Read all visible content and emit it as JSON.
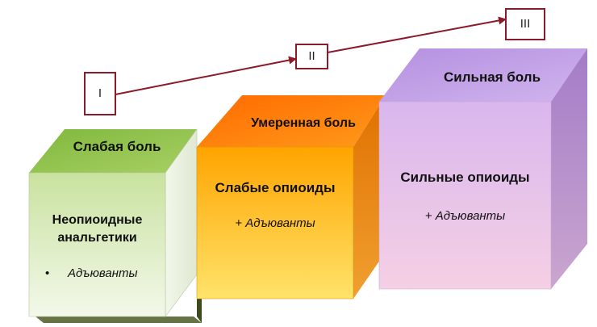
{
  "steps": [
    {
      "numeral": "I"
    },
    {
      "numeral": "II"
    },
    {
      "numeral": "III"
    }
  ],
  "blocks": [
    {
      "title": "Слабая боль",
      "main": "Неопиоидные анальгетики",
      "main_line1": "Неопиоидные",
      "main_line2": "анальгетики",
      "bullet": "•",
      "extra": "Адъюванты",
      "front_color": "#d8ebb8",
      "top_color": "#8fc04a"
    },
    {
      "title": "Умеренная боль",
      "main": "Слабые опиоиды",
      "extra": "+ Адъюванты",
      "front_color": "#ffc000",
      "top_color": "#ff7a00"
    },
    {
      "title": "Сильная боль",
      "main": "Сильные опиоиды",
      "extra": "+ Адъюванты",
      "front_color": "#e6c8ec",
      "top_color": "#c4a0e6"
    }
  ],
  "colors": {
    "connector": "#8b1a2a",
    "shadow": "#3d4a1e"
  }
}
